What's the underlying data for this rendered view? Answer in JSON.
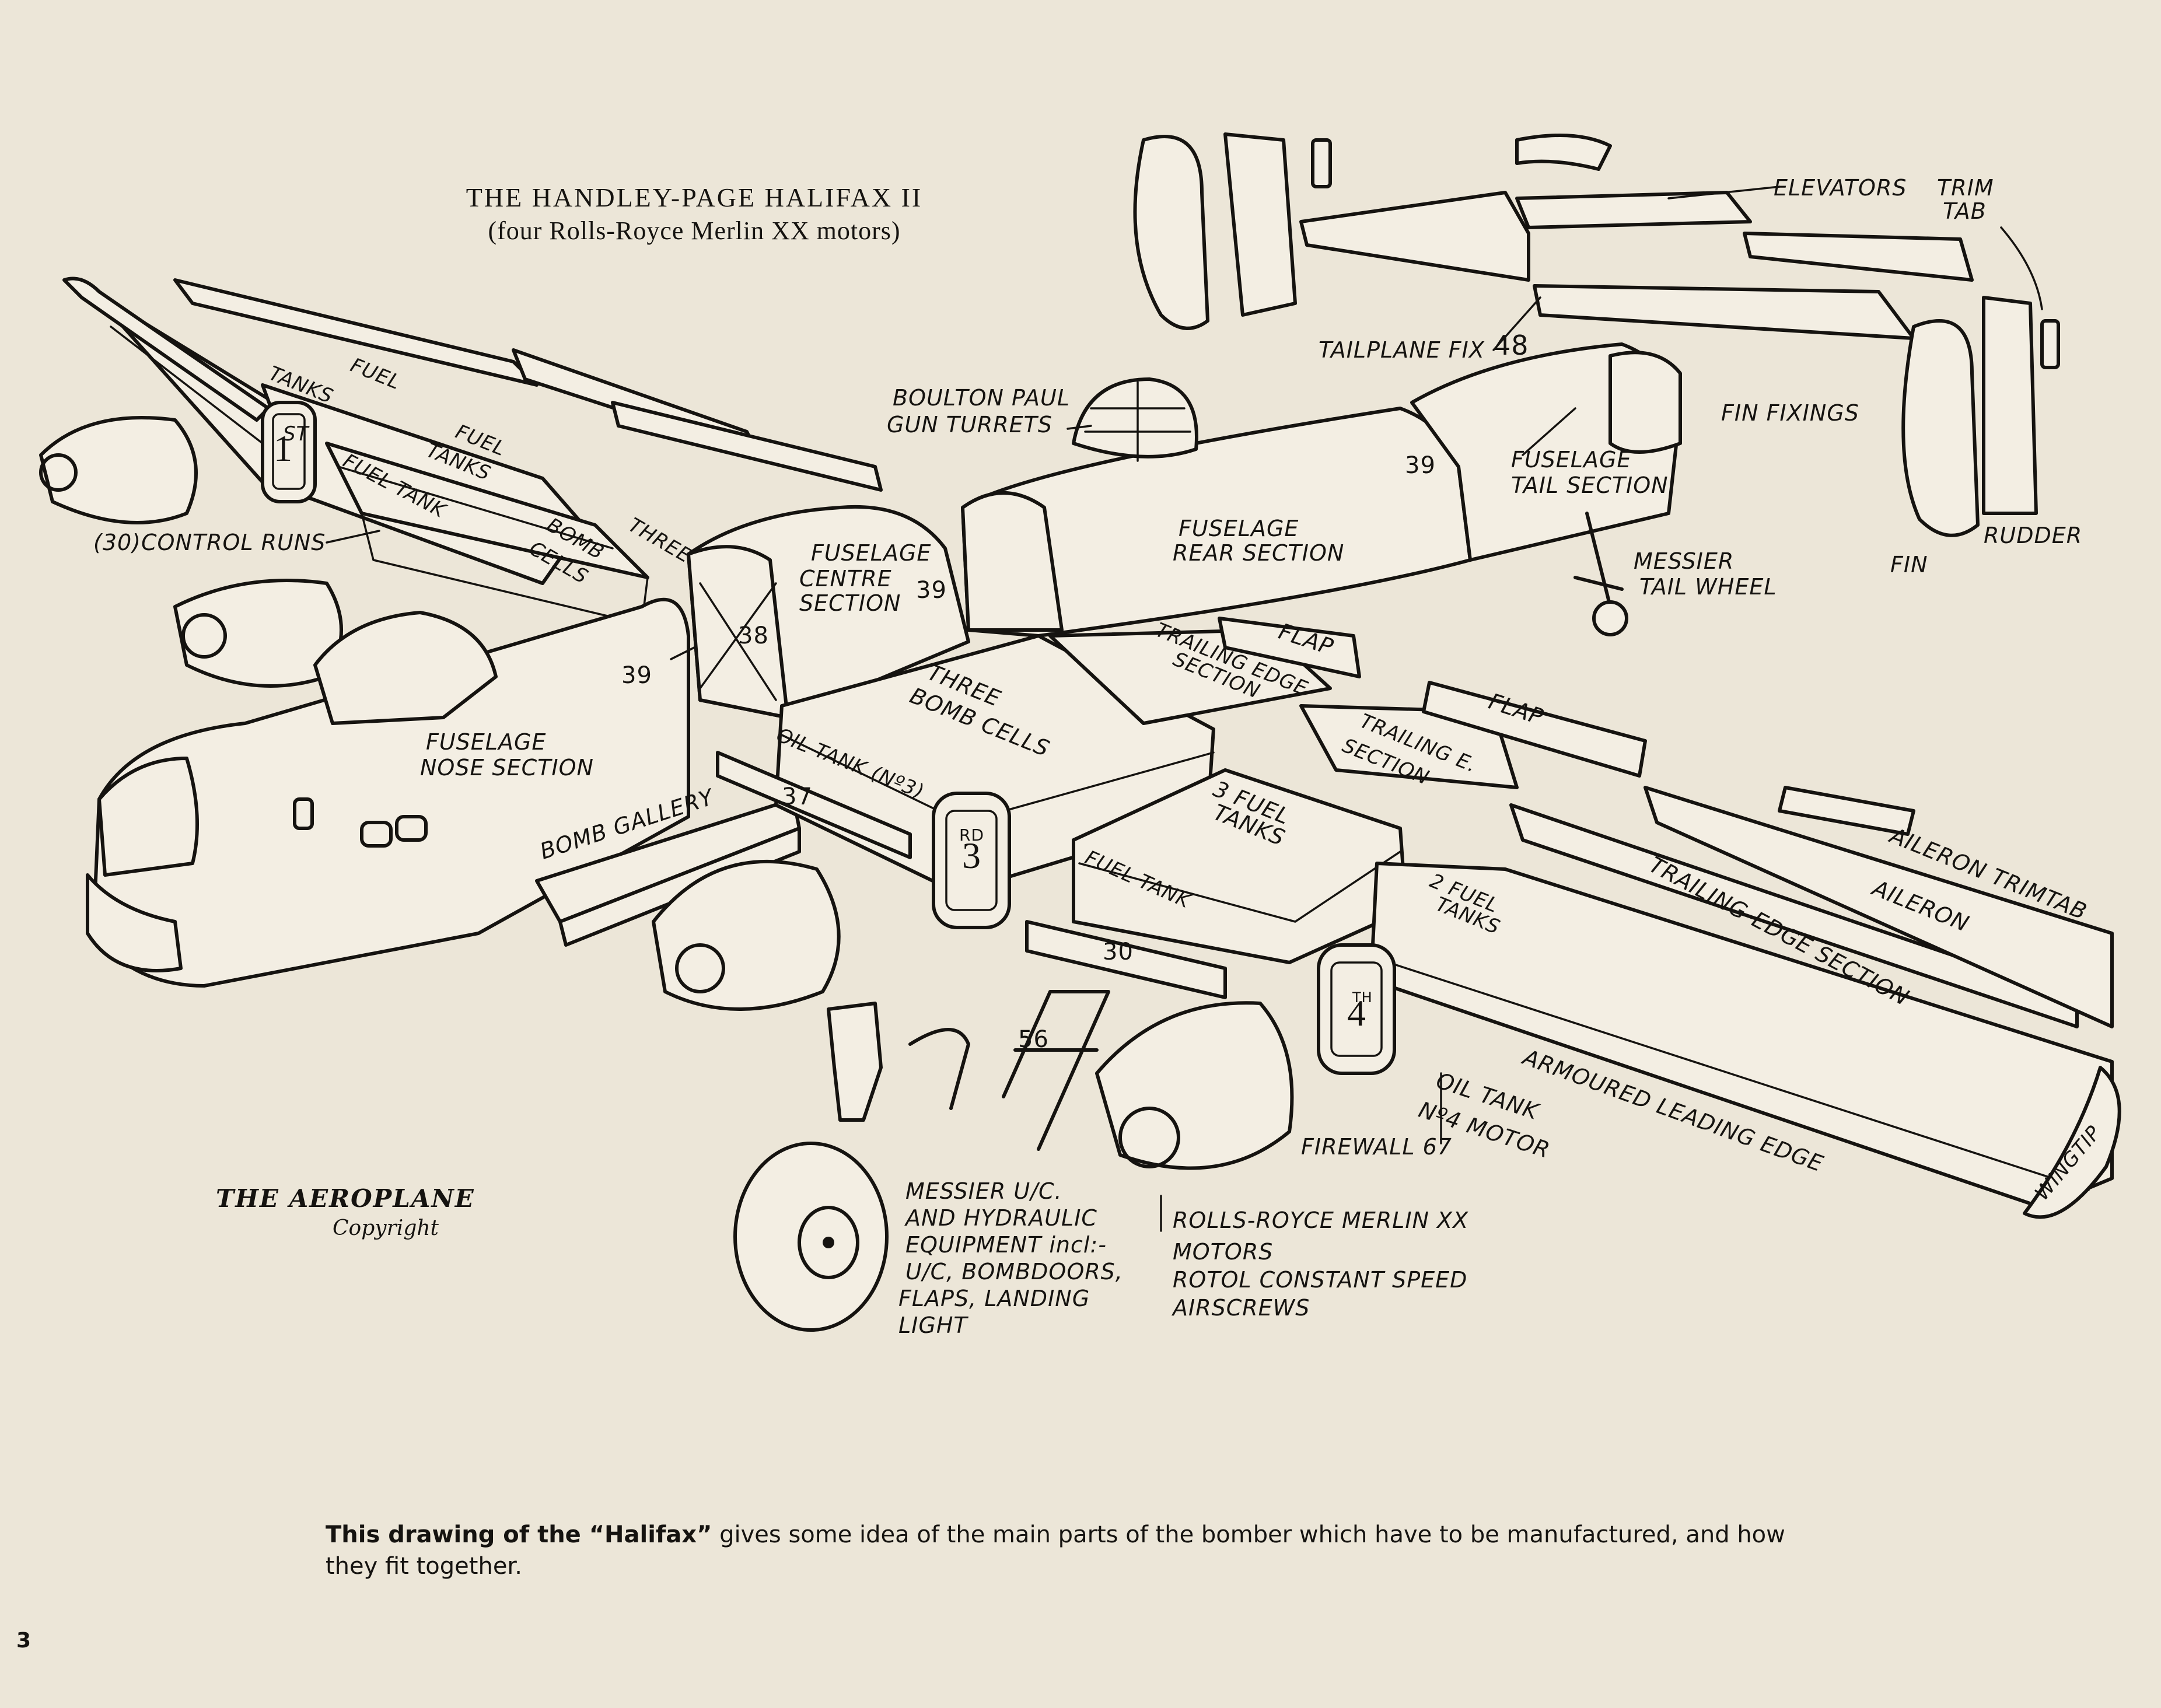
{
  "title": {
    "main": "THE HANDLEY-PAGE HALIFAX II",
    "sub": "(four Rolls-Royce Merlin XX motors)"
  },
  "labels": {
    "elevators": "ELEVATORS",
    "trim": "TRIM",
    "tab": "TAB",
    "tailplane_fix": "TAILPLANE FIX",
    "n48": "48",
    "fin_fixings": "FIN FIXINGS",
    "fin": "FIN",
    "rudder": "RUDDER",
    "boulton_paul": "BOULTON PAUL",
    "gun_turrets": "GUN TURRETS",
    "fuselage_tail": "FUSELAGE",
    "tail_section": "TAIL SECTION",
    "n39_tail": "39",
    "messier": "MESSIER",
    "tail_wheel": "TAIL WHEEL",
    "fuselage_rear": "FUSELAGE",
    "rear_section": "REAR SECTION",
    "fuselage_centre": "FUSELAGE",
    "centre": "CENTRE",
    "section": "SECTION",
    "n39_centre": "39",
    "n38": "38",
    "n39_nose": "39",
    "fuselage_nose": "FUSELAGE",
    "nose_section": "NOSE SECTION",
    "bomb_gallery": "BOMB GALLERY",
    "control_runs": "(30)CONTROL RUNS",
    "fuel": "FUEL",
    "tanks": "TANKS",
    "fuel2": "FUEL",
    "tanks2": "TANKS",
    "fuel_tank": "FUEL TANK",
    "three": "THREE",
    "bomb": "BOMB",
    "cells": "CELLS",
    "three_bomb": "THREE",
    "bomb_cells": "BOMB CELLS",
    "oil_tank3": "OIL TANK (Nº3)",
    "n37": "37",
    "rd3": "RD",
    "n3": "3",
    "trailing_edge": "TRAILING EDGE",
    "te_section": "SECTION",
    "flap1": "FLAP",
    "flap2": "FLAP",
    "trailing_e": "TRAILING E.",
    "te_section2": "SECTION",
    "three_fuel": "3 FUEL",
    "tanks3": "TANKS",
    "fuel_tank2": "FUEL TANK",
    "n30": "30",
    "two_fuel": "2 FUEL",
    "tanks4": "TANKS",
    "th4": "TH",
    "n4": "4",
    "aileron_trimtab": "AILERON TRIMTAB",
    "aileron": "AILERON",
    "te_section3": "TRAILING-EDGE SECTION",
    "armoured": "ARMOURED LEADING EDGE",
    "wingtip": "WINGTIP",
    "oil_tank": "OIL TANK",
    "no4_motor": "Nº4 MOTOR",
    "firewall": "FIREWALL 67",
    "st1": "ST",
    "n1": "1",
    "n56": "56",
    "messier_uc": "MESSIER U/C.",
    "hydraulic": "AND HYDRAULIC",
    "equipment": "EQUIPMENT incl:-",
    "uc_bombdoors": "U/C, BOMBDOORS,",
    "flaps_landing": "FLAPS, LANDING",
    "light": "LIGHT",
    "rolls_royce": "ROLLS-ROYCE MERLIN XX",
    "motors": "MOTORS",
    "rotol": "ROTOL CONSTANT SPEED",
    "airscrews": "AIRSCREWS"
  },
  "brand": {
    "name": "THE AEROPLANE",
    "copyright": "Copyright"
  },
  "caption": {
    "bold_part": "This drawing of the “Halifax”",
    "rest": " gives some idea of the main parts of the bomber which have to be manufactured, and how they fit together."
  },
  "page_number": "3",
  "colors": {
    "paper": "#ece6d8",
    "ink": "#151310"
  }
}
